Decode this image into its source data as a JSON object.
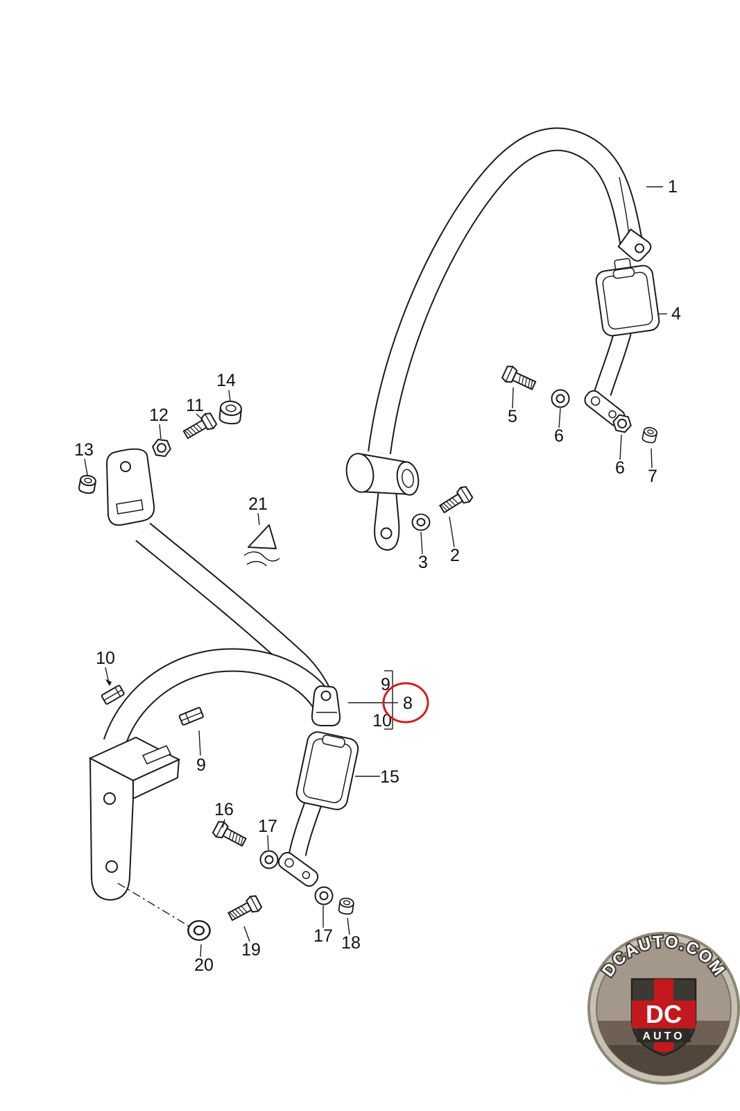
{
  "page": {
    "background": "#ffffff"
  },
  "diagram": {
    "type": "exploded-parts-diagram",
    "subject": "Seat belt assembly exploded parts view",
    "highlight": {
      "part": "8",
      "color": "#cf1f1f"
    },
    "callouts": [
      {
        "label": "1"
      },
      {
        "label": "4"
      },
      {
        "label": "5"
      },
      {
        "label": "6"
      },
      {
        "label": "6"
      },
      {
        "label": "7"
      },
      {
        "label": "2"
      },
      {
        "label": "3"
      },
      {
        "label": "14"
      },
      {
        "label": "11"
      },
      {
        "label": "12"
      },
      {
        "label": "13"
      },
      {
        "label": "21"
      },
      {
        "label": "10"
      },
      {
        "label": "9"
      },
      {
        "label": "9"
      },
      {
        "label": "8"
      },
      {
        "label": "10"
      },
      {
        "label": "15"
      },
      {
        "label": "16"
      },
      {
        "label": "17"
      },
      {
        "label": "17"
      },
      {
        "label": "18"
      },
      {
        "label": "19"
      },
      {
        "label": "20"
      }
    ]
  },
  "watermark": {
    "site": "DCAUTO.COM",
    "brand": "DC",
    "brand_sub": "AUTO"
  }
}
